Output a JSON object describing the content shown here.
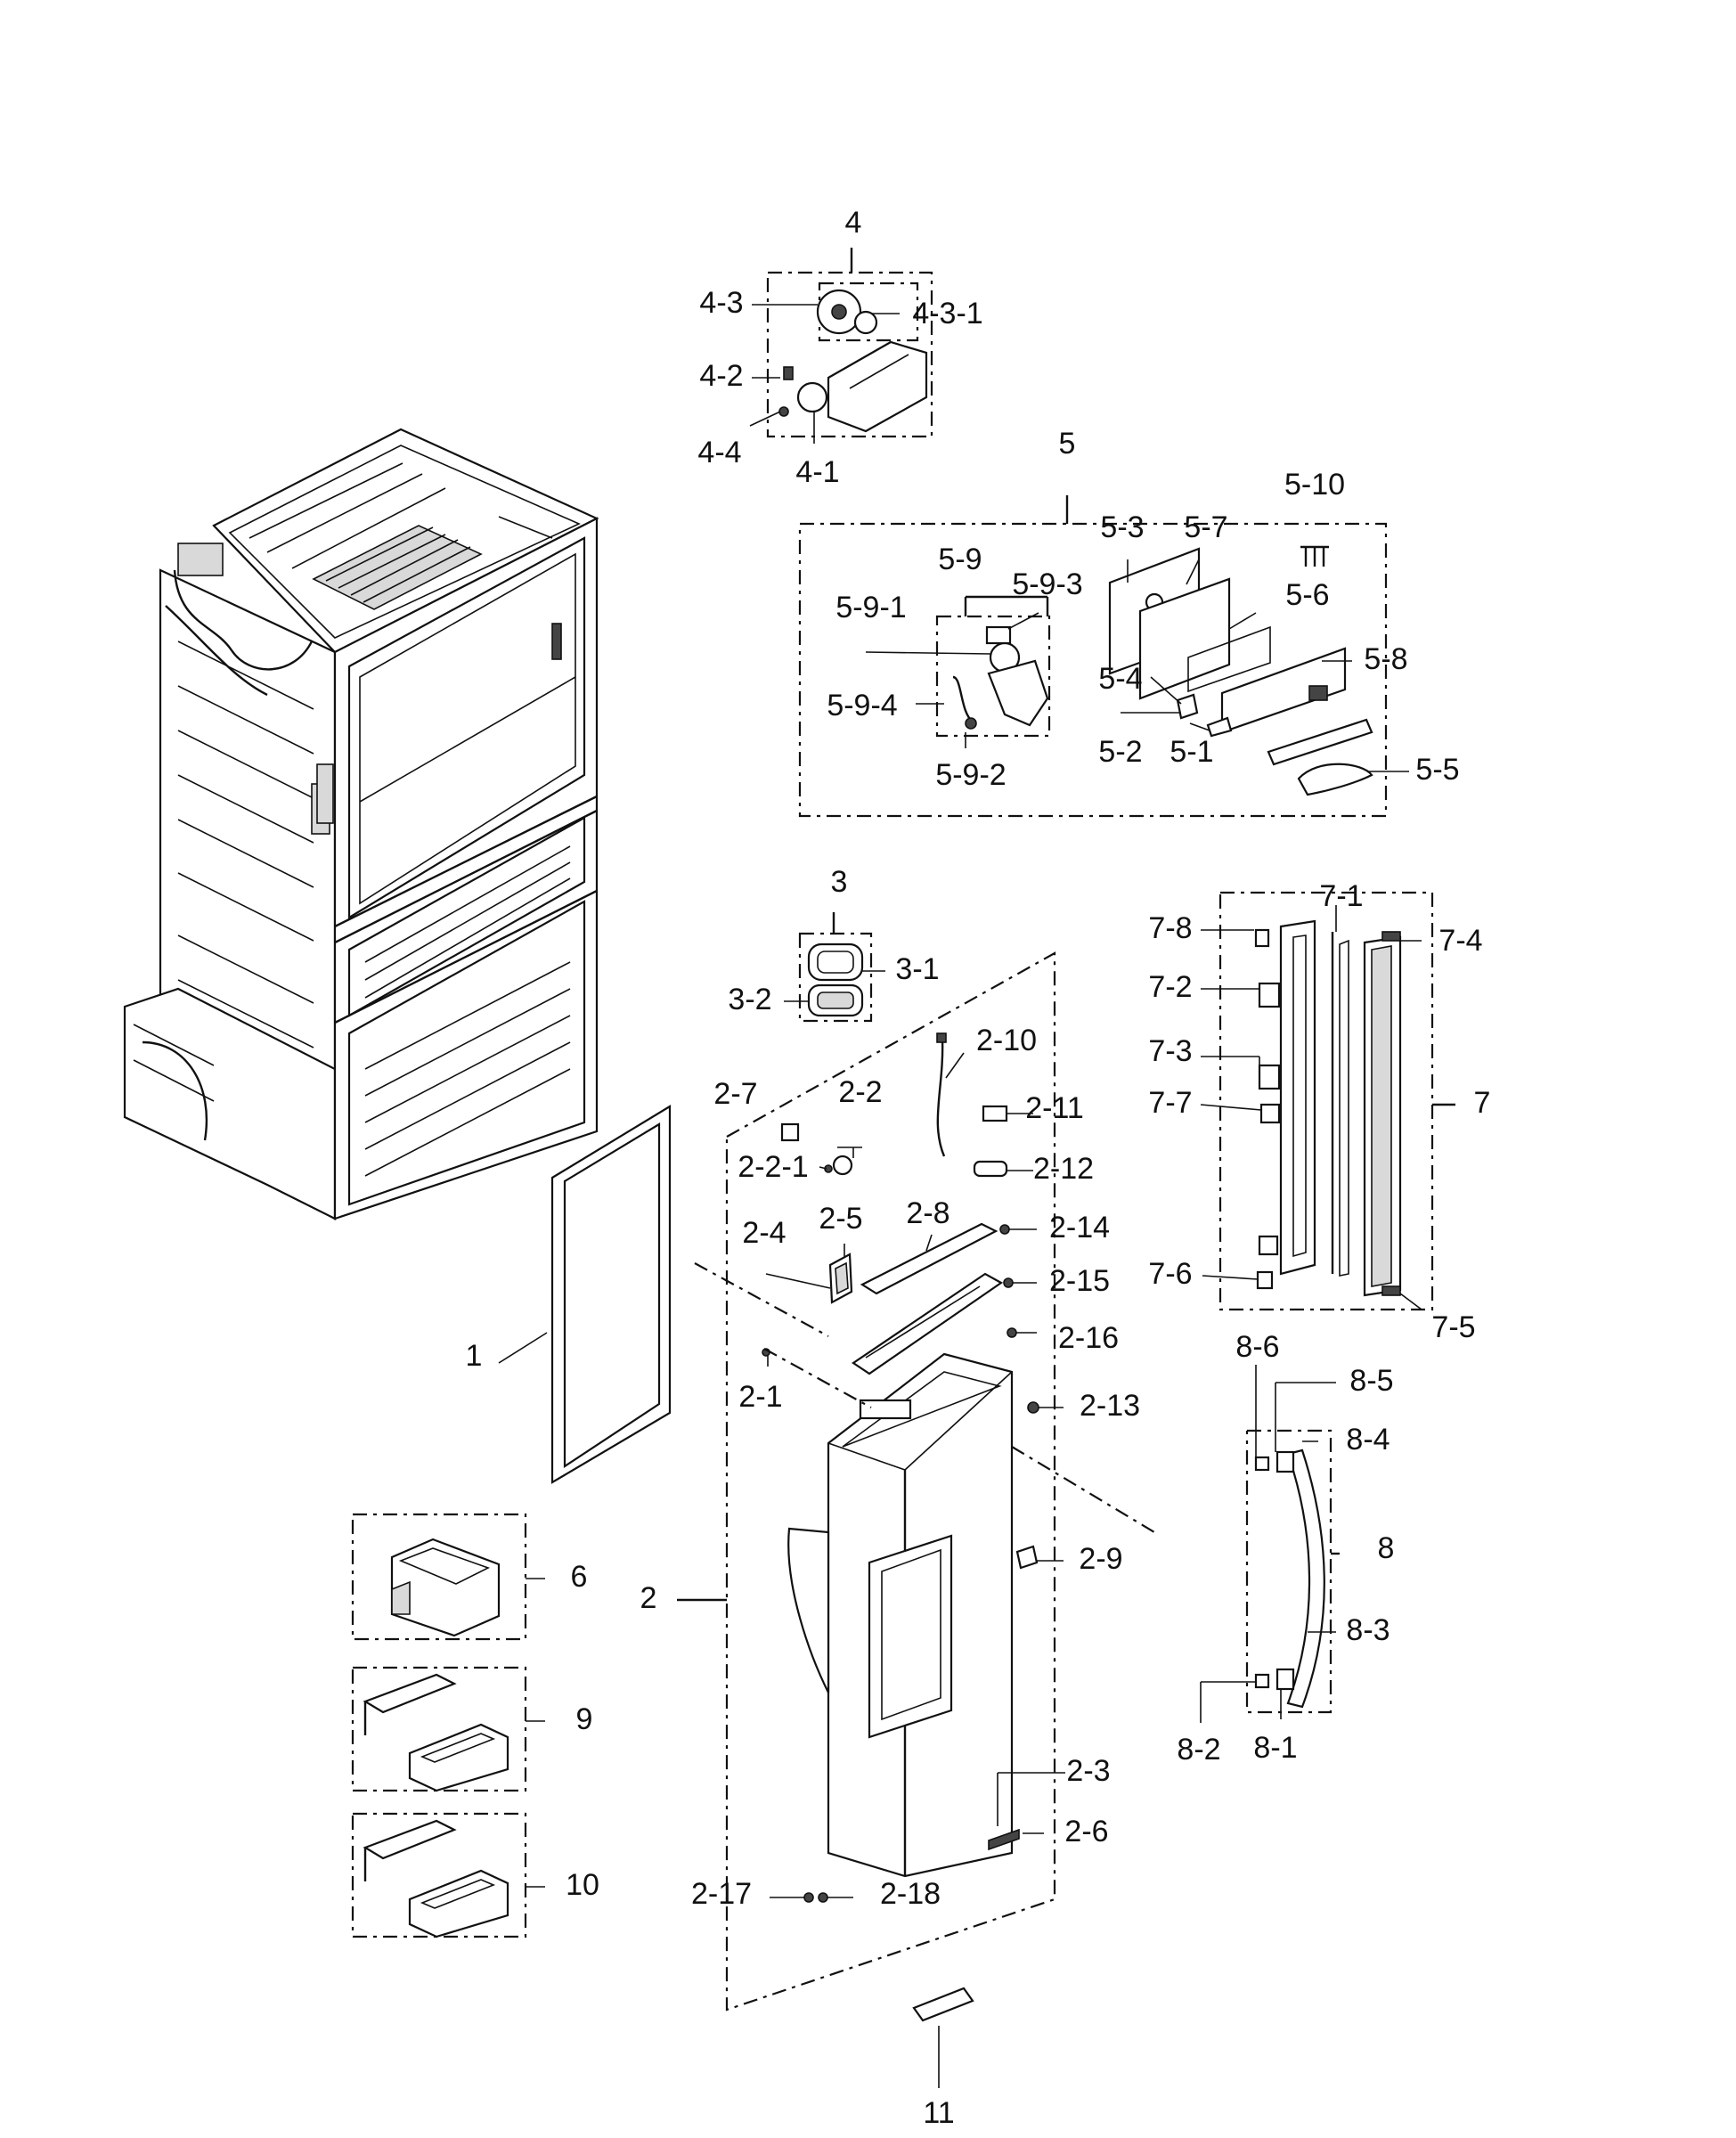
{
  "labels": {
    "l1": "1",
    "l2": "2",
    "l2_1": "2-1",
    "l2_2": "2-2",
    "l2_2_1": "2-2-1",
    "l2_3": "2-3",
    "l2_4": "2-4",
    "l2_5": "2-5",
    "l2_6": "2-6",
    "l2_7": "2-7",
    "l2_8": "2-8",
    "l2_9": "2-9",
    "l2_10": "2-10",
    "l2_11": "2-11",
    "l2_12": "2-12",
    "l2_13": "2-13",
    "l2_14": "2-14",
    "l2_15": "2-15",
    "l2_16": "2-16",
    "l2_17": "2-17",
    "l2_18": "2-18",
    "l3": "3",
    "l3_1": "3-1",
    "l3_2": "3-2",
    "l4": "4",
    "l4_1": "4-1",
    "l4_2": "4-2",
    "l4_3": "4-3",
    "l4_3_1": "4-3-1",
    "l4_4": "4-4",
    "l5": "5",
    "l5_1": "5-1",
    "l5_2": "5-2",
    "l5_3": "5-3",
    "l5_4": "5-4",
    "l5_5": "5-5",
    "l5_6": "5-6",
    "l5_7": "5-7",
    "l5_8": "5-8",
    "l5_9": "5-9",
    "l5_9_1": "5-9-1",
    "l5_9_2": "5-9-2",
    "l5_9_3": "5-9-3",
    "l5_9_4": "5-9-4",
    "l5_10": "5-10",
    "l6": "6",
    "l7": "7",
    "l7_1": "7-1",
    "l7_2": "7-2",
    "l7_3": "7-3",
    "l7_4": "7-4",
    "l7_5": "7-5",
    "l7_6": "7-6",
    "l7_7": "7-7",
    "l7_8": "7-8",
    "l8": "8",
    "l8_1": "8-1",
    "l8_2": "8-2",
    "l8_3": "8-3",
    "l8_4": "8-4",
    "l8_5": "8-5",
    "l8_6": "8-6",
    "l9": "9",
    "l10": "10",
    "l11": "11"
  }
}
